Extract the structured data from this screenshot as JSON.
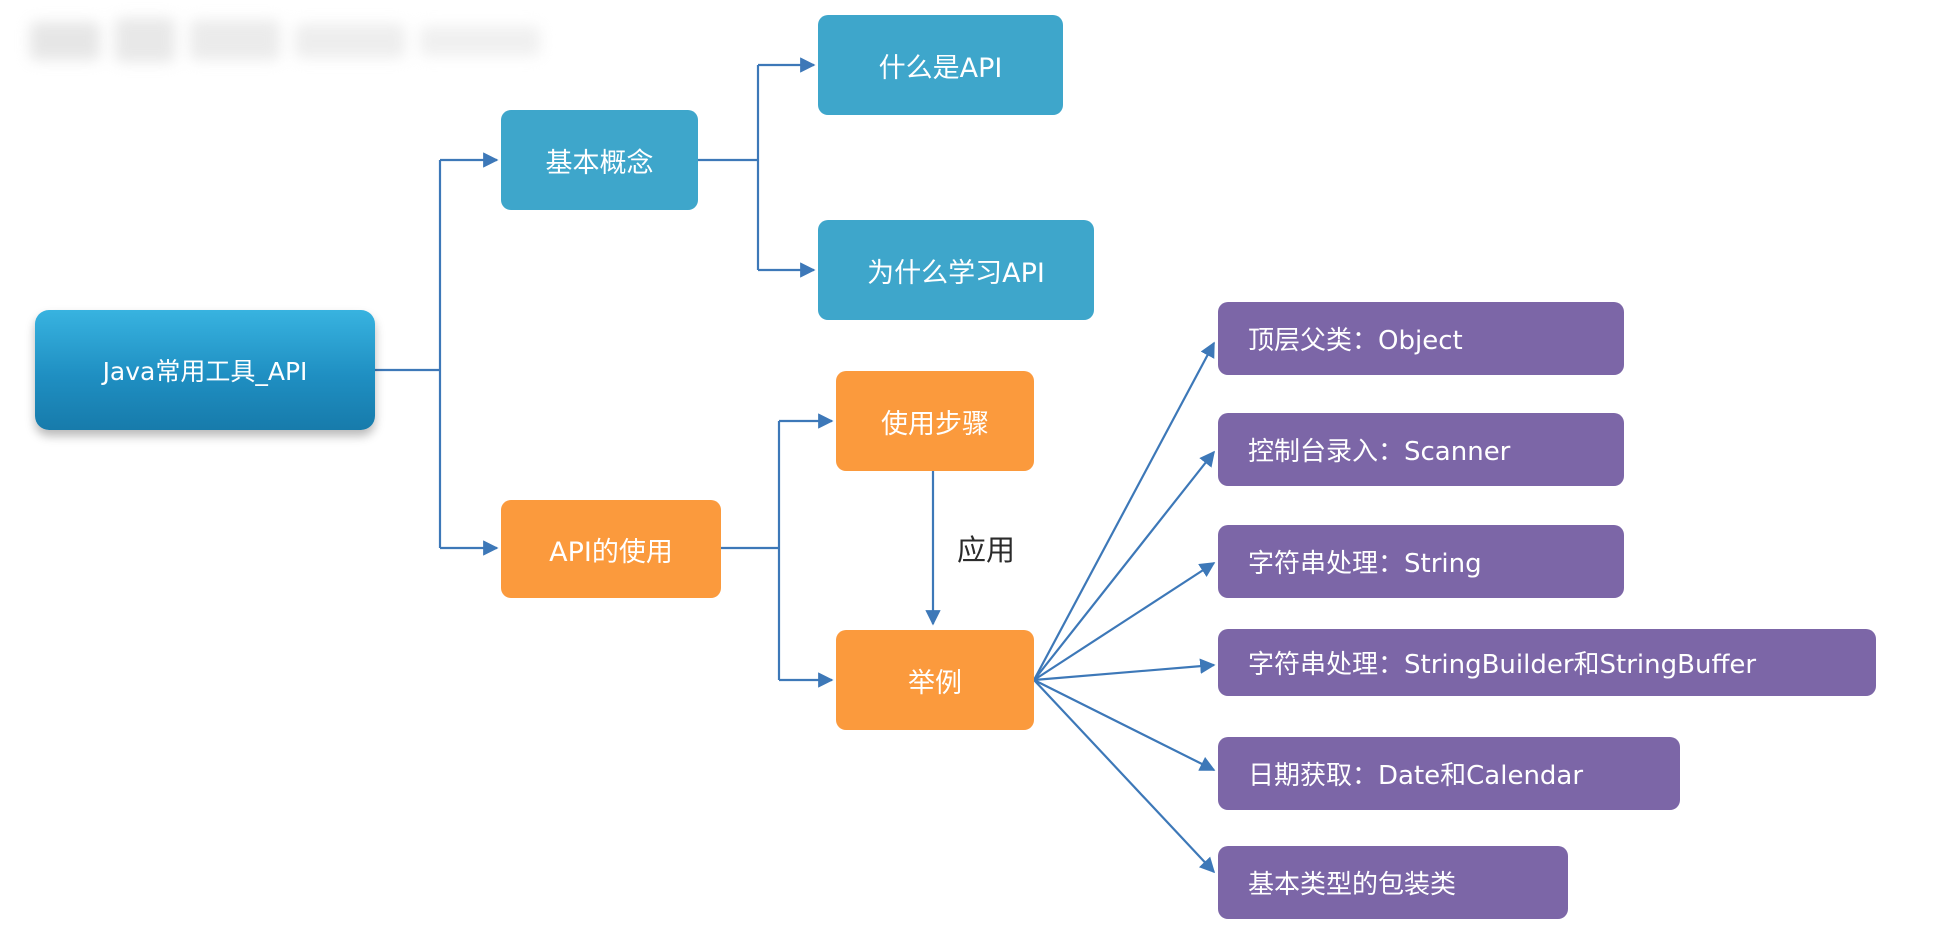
{
  "root": {
    "label": "Java常用工具_API"
  },
  "basic_concept": {
    "label": "基本概念",
    "children": [
      "什么是API",
      "为什么学习API"
    ]
  },
  "api_usage": {
    "label": "API的使用",
    "steps_label": "使用步骤",
    "example_label": "举例",
    "edge_label": "应用"
  },
  "examples": [
    "顶层父类：Object",
    "控制台录入：Scanner",
    "字符串处理：String",
    "字符串处理：StringBuilder和StringBuffer",
    "日期获取：Date和Calendar",
    "基本类型的包装类"
  ],
  "colors": {
    "connector": "#3d78b8",
    "root": "#2196c9",
    "blue_node": "#3ea6cb",
    "orange_node": "#fb9a3d",
    "purple_node": "#7c66a7"
  }
}
